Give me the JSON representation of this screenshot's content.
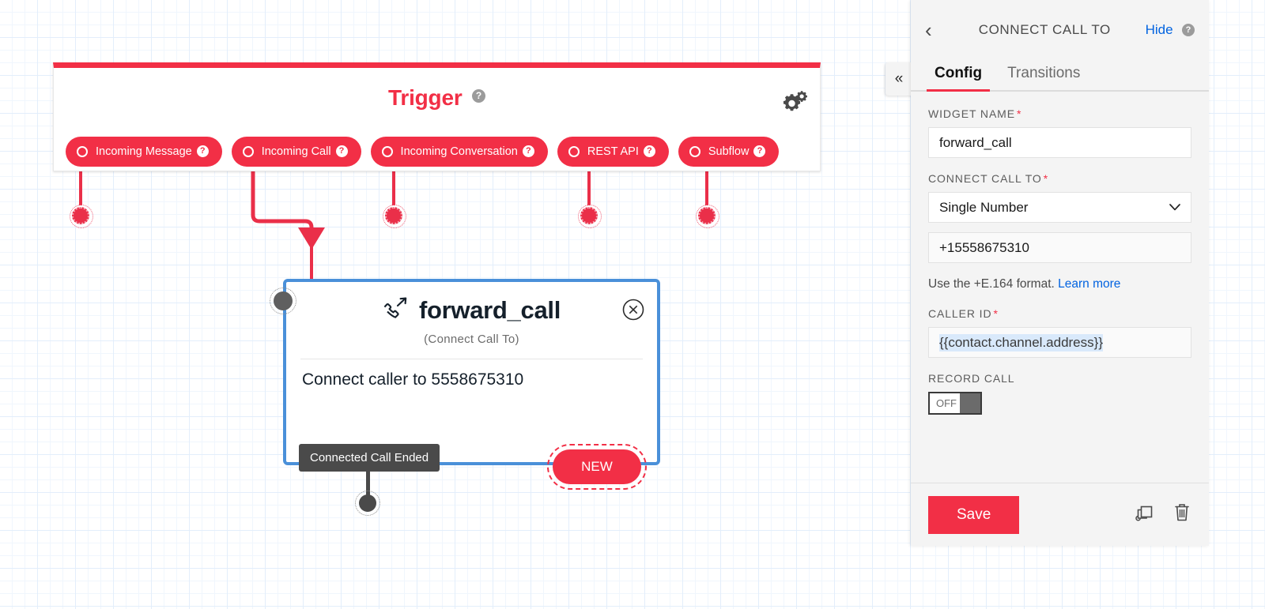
{
  "canvas": {
    "trigger": {
      "title": "Trigger",
      "help_icon": "?",
      "gear_icon": "gears-icon",
      "pills": [
        {
          "label": "Incoming Message",
          "help": "?"
        },
        {
          "label": "Incoming Call",
          "help": "?"
        },
        {
          "label": "Incoming Conversation",
          "help": "?"
        },
        {
          "label": "REST API",
          "help": "?"
        },
        {
          "label": "Subflow",
          "help": "?"
        }
      ],
      "accent_color": "#f22f46"
    },
    "widget": {
      "title": "forward_call",
      "subtitle": "(Connect Call To)",
      "body_text": "Connect caller to 5558675310",
      "close_icon": "x",
      "phone_icon": "phone-forward-icon",
      "new_button_label": "NEW",
      "transition_label": "Connected Call Ended",
      "selected_border_color": "#4a90d9"
    }
  },
  "panel": {
    "back_icon": "chevron-left-icon",
    "title": "CONNECT CALL TO",
    "hide_label": "Hide",
    "hide_help_icon": "?",
    "collapse_icon": "«",
    "tabs": [
      {
        "label": "Config",
        "active": true
      },
      {
        "label": "Transitions",
        "active": false
      }
    ],
    "fields": {
      "widget_name": {
        "label": "WIDGET NAME",
        "required": "*",
        "value": "forward_call"
      },
      "connect_call_to": {
        "label": "CONNECT CALL TO",
        "required": "*",
        "selected_option": "Single Number",
        "chevron": "⌄"
      },
      "number": {
        "value": "+15558675310"
      },
      "hint": {
        "text": "Use the +E.164 format.",
        "link_label": "Learn more"
      },
      "caller_id": {
        "label": "CALLER ID",
        "required": "*",
        "value": "{{contact.channel.address}}"
      },
      "record_call": {
        "label": "RECORD CALL",
        "state": "OFF"
      }
    },
    "footer": {
      "save_label": "Save",
      "duplicate_icon": "duplicate-icon",
      "delete_icon": "trash-icon"
    }
  }
}
